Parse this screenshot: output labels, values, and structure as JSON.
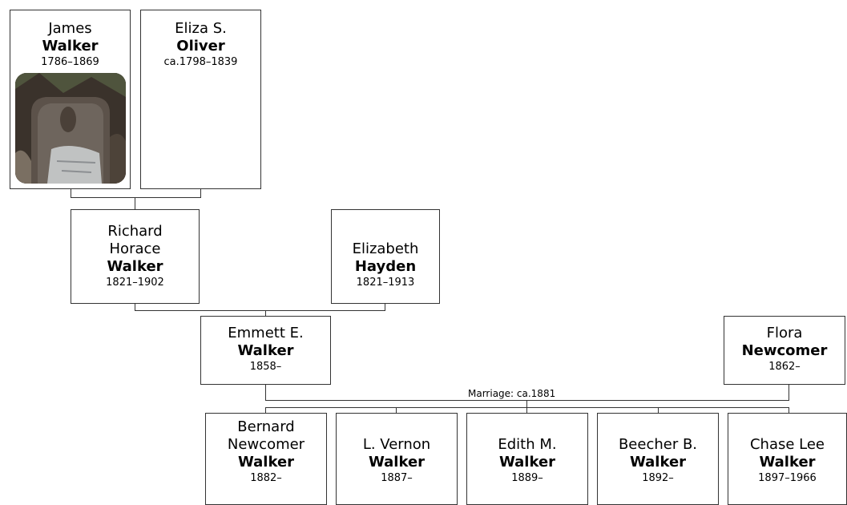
{
  "people": {
    "james": {
      "given": "James",
      "surname": "Walker",
      "dates": "1786–1869"
    },
    "eliza": {
      "given": "Eliza S.",
      "surname": "Oliver",
      "dates": "ca.1798–1839"
    },
    "richard": {
      "given": "Richard Horace",
      "surname": "Walker",
      "dates": "1821–1902"
    },
    "elizabeth": {
      "given": "Elizabeth",
      "surname": "Hayden",
      "dates": "1821–1913"
    },
    "emmett": {
      "given": "Emmett E.",
      "surname": "Walker",
      "dates": "1858–"
    },
    "flora": {
      "given": "Flora",
      "surname": "Newcomer",
      "dates": "1862–"
    }
  },
  "marriage": "Marriage: ca.1881",
  "children": [
    {
      "given": "Bernard Newcomer",
      "surname": "Walker",
      "dates": "1882–"
    },
    {
      "given": "L. Vernon",
      "surname": "Walker",
      "dates": "1887–"
    },
    {
      "given": "Edith M.",
      "surname": "Walker",
      "dates": "1889–"
    },
    {
      "given": "Beecher B.",
      "surname": "Walker",
      "dates": "1892–"
    },
    {
      "given": "Chase Lee",
      "surname": "Walker",
      "dates": "1897–1966"
    }
  ]
}
